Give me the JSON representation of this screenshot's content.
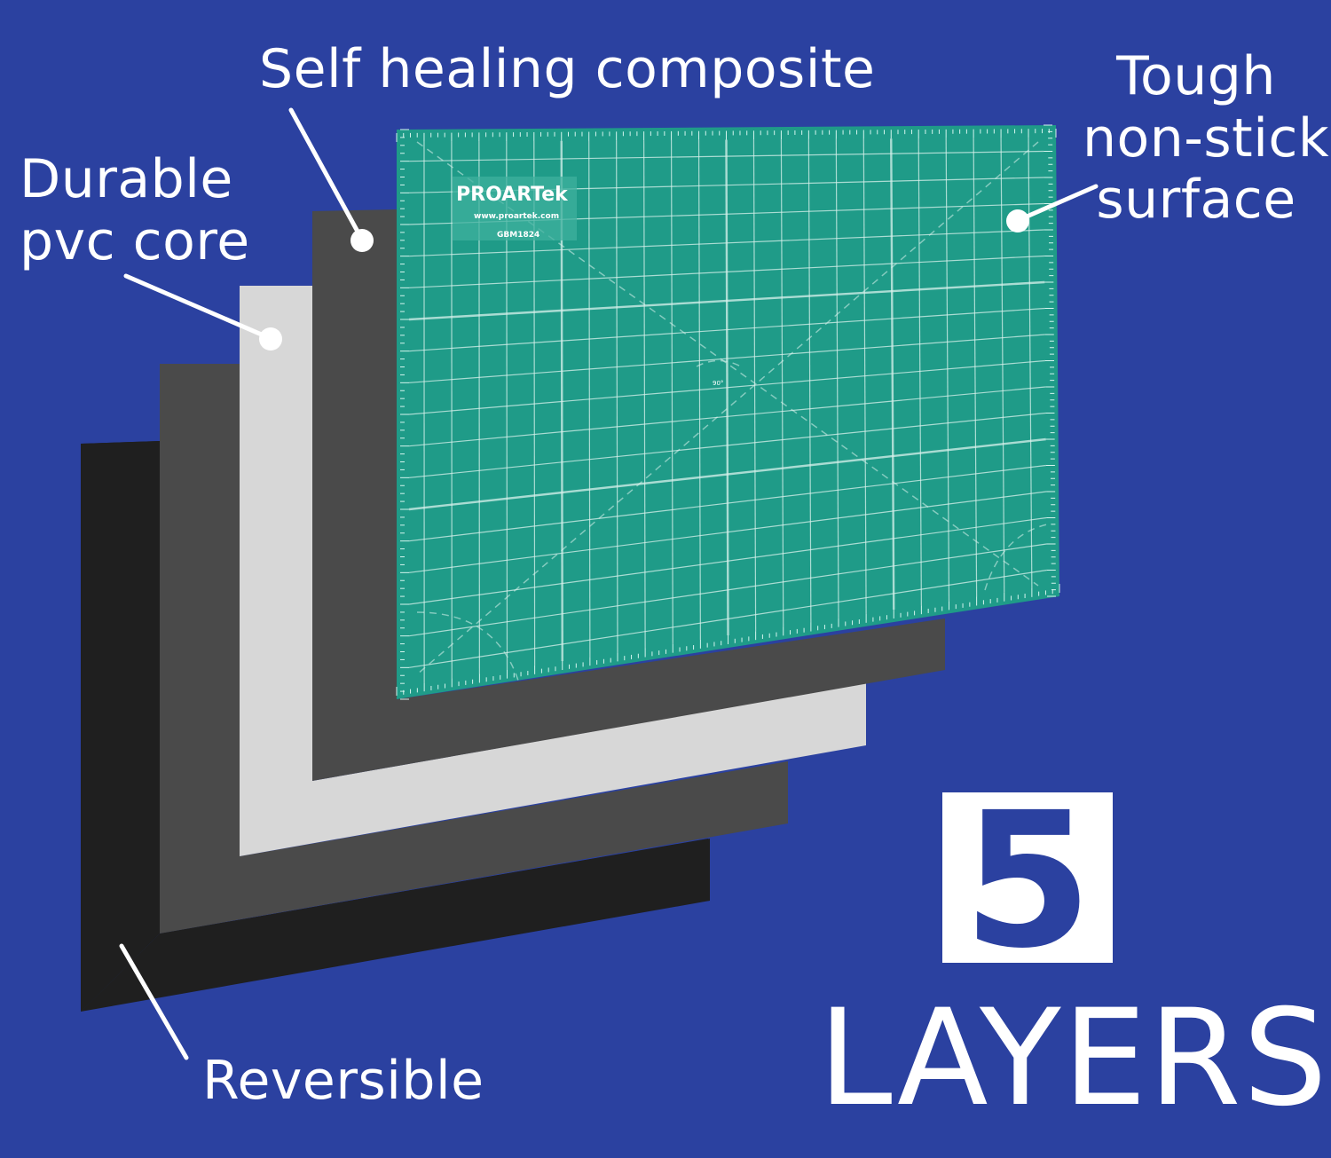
{
  "labels": {
    "self_healing": "Self healing composite",
    "durable": [
      "Durable",
      "pvc core"
    ],
    "tough": [
      "Tough",
      "non-stick",
      "surface"
    ],
    "reversible": "Reversible"
  },
  "badge": {
    "number": "5",
    "word": "LAYERS"
  },
  "mat": {
    "brand": "PROARTek",
    "website": "www.proartek.com",
    "model": "GBM1824",
    "angle_label": "90°"
  },
  "colors": {
    "background": "#2b41a0",
    "mat_green": "#1f9b88",
    "dark_layer": "#4a4a4a",
    "light_layer": "#d7d7d7",
    "black_layer": "#1f1f1f",
    "white": "#ffffff"
  }
}
